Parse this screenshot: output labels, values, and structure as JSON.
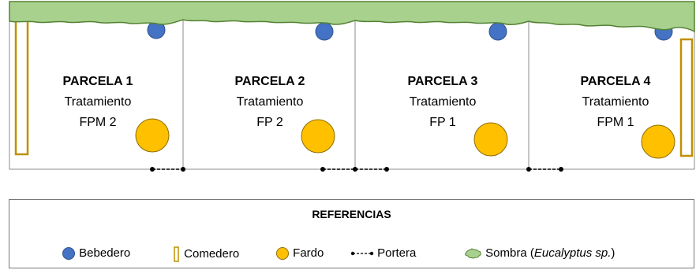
{
  "parcels": [
    {
      "title": "PARCELA 1",
      "line1": "Tratamiento",
      "line2": "FPM 2"
    },
    {
      "title": "PARCELA 2",
      "line1": "Tratamiento",
      "line2": "FP 2"
    },
    {
      "title": "PARCELA 3",
      "line1": "Tratamiento",
      "line2": "FP 1"
    },
    {
      "title": "PARCELA 4",
      "line1": "Tratamiento",
      "line2": "FPM 1"
    }
  ],
  "legend": {
    "title": "REFERENCIAS",
    "items": [
      {
        "icon": "bebedero-icon",
        "label": "Bebedero"
      },
      {
        "icon": "comedero-icon",
        "label": "Comedero"
      },
      {
        "icon": "fardo-icon",
        "label": "Fardo"
      },
      {
        "icon": "portera-icon",
        "label": "Portera"
      },
      {
        "icon": "sombra-icon",
        "label_prefix": "Sombra (",
        "label_italic": "Eucalyptus sp.",
        "label_suffix": ")"
      }
    ]
  },
  "colors": {
    "bebedero": "#4472c4",
    "fardo": "#ffc000",
    "comedero": "#bf9000",
    "sombra": "#a9d18e",
    "sombra_edge": "#548235"
  }
}
